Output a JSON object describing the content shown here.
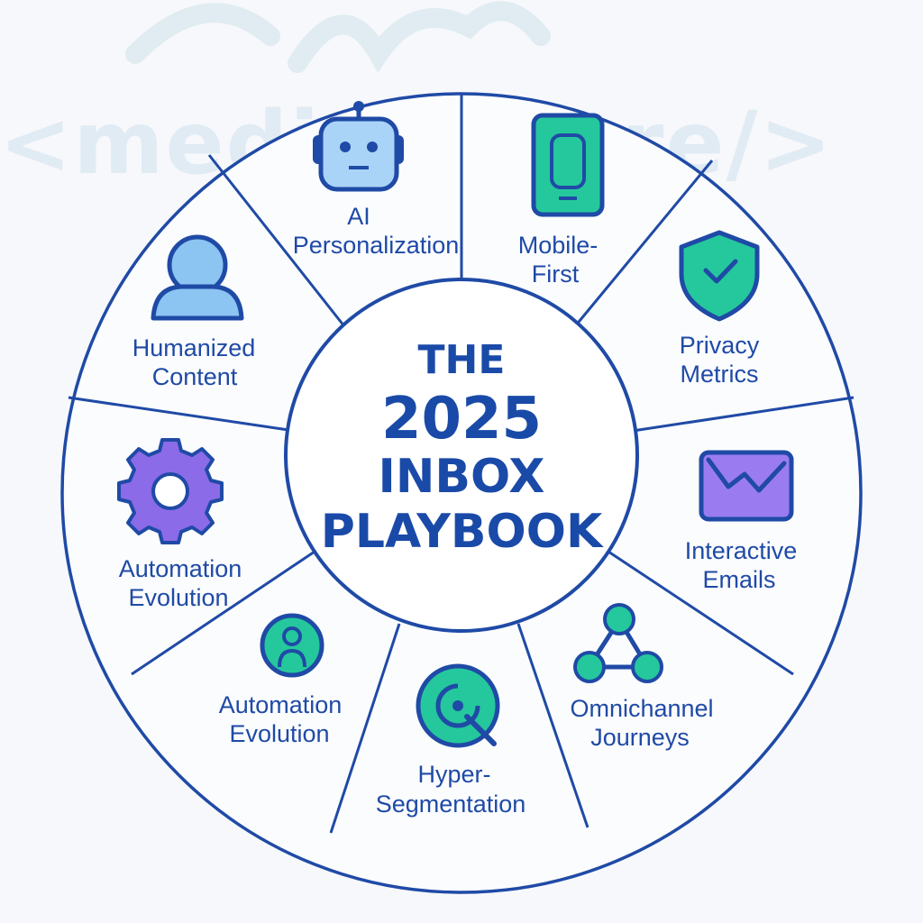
{
  "watermark": {
    "text": "<mediaswarre/>"
  },
  "center": {
    "lines": [
      "THE",
      "2025",
      "INBOX",
      "PLAYBOOK"
    ]
  },
  "segments": [
    {
      "id": "ai-personalization",
      "lines": [
        "AI",
        "Personalization"
      ],
      "icon": "robot-icon"
    },
    {
      "id": "mobile-first",
      "lines": [
        "Mobile-",
        "First"
      ],
      "icon": "smartphone-icon"
    },
    {
      "id": "privacy-metrics",
      "lines": [
        "Privacy",
        "Metrics"
      ],
      "icon": "shield-check-icon"
    },
    {
      "id": "interactive-emails",
      "lines": [
        "Interactive",
        "Emails"
      ],
      "icon": "envelope-chart-icon"
    },
    {
      "id": "omnichannel-journeys",
      "lines": [
        "Omnichannel",
        "Journeys"
      ],
      "icon": "network-nodes-icon"
    },
    {
      "id": "hyper-segmentation",
      "lines": [
        "Hyper-",
        "Segmentation"
      ],
      "icon": "target-icon"
    },
    {
      "id": "automation-evolution-lower",
      "lines": [
        "Automation",
        "Evolution"
      ],
      "icon": "user-circle-icon"
    },
    {
      "id": "automation-evolution-upper",
      "lines": [
        "Automation",
        "Evolution"
      ],
      "icon": "gear-icon"
    },
    {
      "id": "humanized-content",
      "lines": [
        "Humanized",
        "Content"
      ],
      "icon": "person-icon"
    }
  ],
  "colors": {
    "outline": "#1f4aa6",
    "text": "#1f4aa6",
    "teal": "#22c39a",
    "light_blue": "#8cc4f2",
    "purple": "#8b6be8",
    "background": "#f7f8fb"
  }
}
